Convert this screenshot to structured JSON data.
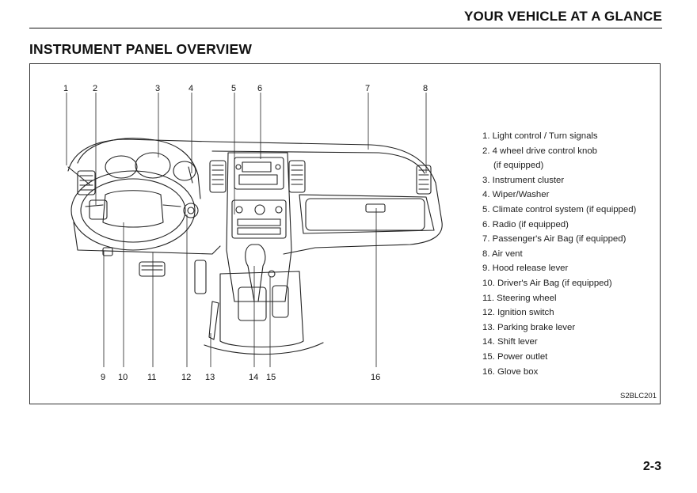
{
  "header": {
    "title": "YOUR VEHICLE AT A GLANCE"
  },
  "section": {
    "title": "INSTRUMENT PANEL OVERVIEW"
  },
  "diagram": {
    "top_callouts": [
      "1",
      "2",
      "3",
      "4",
      "5",
      "6",
      "7",
      "8"
    ],
    "bottom_callouts": [
      "9",
      "10",
      "11",
      "12",
      "13",
      "14",
      "15",
      "16"
    ]
  },
  "legend": {
    "items": [
      {
        "text": "1. Light control / Turn signals"
      },
      {
        "text": "2. 4 wheel drive control knob",
        "sub": "(if equipped)"
      },
      {
        "text": "3. Instrument cluster"
      },
      {
        "text": "4. Wiper/Washer"
      },
      {
        "text": "5. Climate control system (if equipped)"
      },
      {
        "text": "6. Radio (if equipped)"
      },
      {
        "text": "7. Passenger's Air Bag (if equipped)"
      },
      {
        "text": "8. Air vent"
      },
      {
        "text": "9. Hood release lever"
      },
      {
        "text": "10. Driver's Air Bag (if equipped)"
      },
      {
        "text": "11. Steering wheel"
      },
      {
        "text": "12. Ignition switch"
      },
      {
        "text": "13. Parking brake lever"
      },
      {
        "text": "14. Shift lever"
      },
      {
        "text": "15. Power outlet"
      },
      {
        "text": "16. Glove box"
      }
    ]
  },
  "figure": {
    "code": "S2BLC201"
  },
  "page": {
    "number": "2-3"
  }
}
